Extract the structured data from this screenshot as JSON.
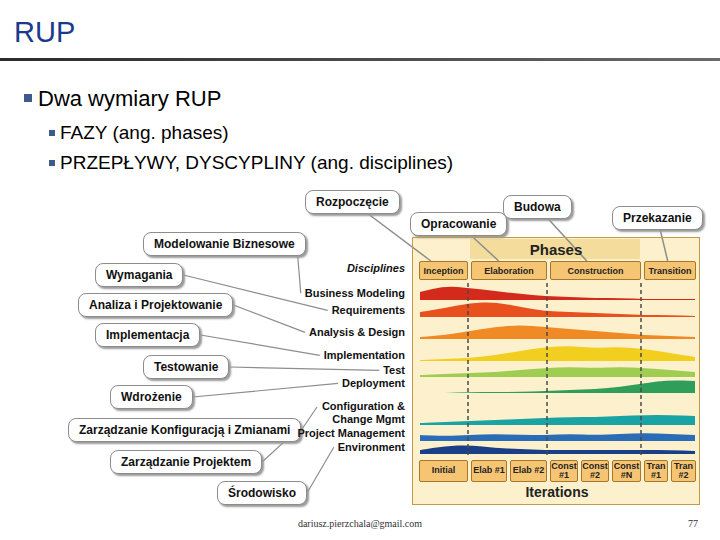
{
  "diagram": {
    "title": "RUP",
    "nodes": [
      {
        "text": [
          "Rozpoczęcie"
        ]
      },
      {
        "text": [
          "Opracowanie"
        ]
      },
      {
        "text": [
          "Budowa"
        ]
      },
      {
        "text": [
          "Przekazanie"
        ]
      },
      {
        "text": [
          "Modelowanie Biznesowe"
        ]
      },
      {
        "text": [
          "Wymagania"
        ]
      },
      {
        "text": [
          "Analiza i Projektowanie"
        ]
      },
      {
        "text": [
          "Implementacja"
        ]
      },
      {
        "text": [
          "Testowanie"
        ]
      },
      {
        "text": [
          "Wdrożenie"
        ]
      },
      {
        "text": [
          "Zarządzanie Konfiguracją i Zmianami"
        ]
      },
      {
        "text": [
          "Zarządzanie Projektem"
        ]
      },
      {
        "text": [
          "Środowisko"
        ]
      },
      {
        "text": [
          "Phases",
          "Iterations"
        ]
      },
      {
        "text": [
          "Inception"
        ],
        "in": 13
      },
      {
        "text": [
          "Elaboration"
        ],
        "in": 13
      },
      {
        "text": [
          "Construction"
        ],
        "in": 13
      },
      {
        "text": [
          "Transition"
        ],
        "in": 13
      },
      {
        "text": [
          "Initial"
        ],
        "in": 13
      },
      {
        "text": [
          "Elab #1"
        ],
        "in": 13
      },
      {
        "text": [
          "Elab #2"
        ],
        "in": 13
      },
      {
        "text": [
          "Const #1"
        ],
        "in": 13
      },
      {
        "text": [
          "Const #2"
        ],
        "in": 13
      },
      {
        "text": [
          "Const #N"
        ],
        "in": 13
      },
      {
        "text": [
          "Tran #1"
        ],
        "in": 13
      },
      {
        "text": [
          "Tran #2"
        ],
        "in": 13
      }
    ],
    "edges": [
      {
        "from": 0,
        "to": 14,
        "arrow": "none"
      },
      {
        "from": 1,
        "to": 15,
        "arrow": "none"
      },
      {
        "from": 2,
        "to": 16,
        "arrow": "none"
      },
      {
        "from": 3,
        "to": 17,
        "arrow": "none"
      }
    ],
    "labels": [
      "Dwa wymiary RUP",
      "FAZY (ang. phases)",
      "PRZEPŁYWY, DYSCYPLINY (ang. disciplines)",
      "Disciplines",
      "Business Modeling",
      "Requirements",
      "Analysis & Design",
      "Implementation",
      "Test",
      "Deployment",
      "Configuration & Change Mgmt",
      "Project Management",
      "Environment",
      "dariusz.pierzchala@gmail.com",
      "77"
    ]
  }
}
